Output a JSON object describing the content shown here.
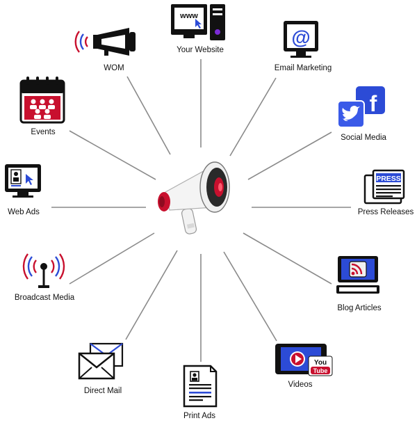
{
  "diagram": {
    "center": {
      "icon": "megaphone-icon"
    },
    "channels": [
      {
        "label": "Your Website",
        "icon": "website-computer-icon"
      },
      {
        "label": "Email Marketing",
        "icon": "email-monitor-icon"
      },
      {
        "label": "Social Media",
        "icon": "social-media-icon"
      },
      {
        "label": "Press Releases",
        "icon": "newspaper-press-icon"
      },
      {
        "label": "Blog Articles",
        "icon": "rss-computer-icon"
      },
      {
        "label": "Videos",
        "icon": "video-tablet-icon"
      },
      {
        "label": "Print Ads",
        "icon": "print-document-icon"
      },
      {
        "label": "Direct Mail",
        "icon": "envelope-icon"
      },
      {
        "label": "Broadcast Media",
        "icon": "broadcast-antenna-icon"
      },
      {
        "label": "Web Ads",
        "icon": "web-ad-monitor-icon"
      },
      {
        "label": "Events",
        "icon": "events-calendar-icon"
      },
      {
        "label": "WOM",
        "icon": "word-of-mouth-megaphone-icon"
      }
    ],
    "icon_texts": {
      "www": "www",
      "at": "@",
      "facebook": "f",
      "press": "PRESS",
      "you": "You",
      "tube": "Tube"
    },
    "colors": {
      "line": "#8a8a8a",
      "red": "#c8102e",
      "blue": "#2c4bd6",
      "icon_dark": "#111111"
    }
  }
}
